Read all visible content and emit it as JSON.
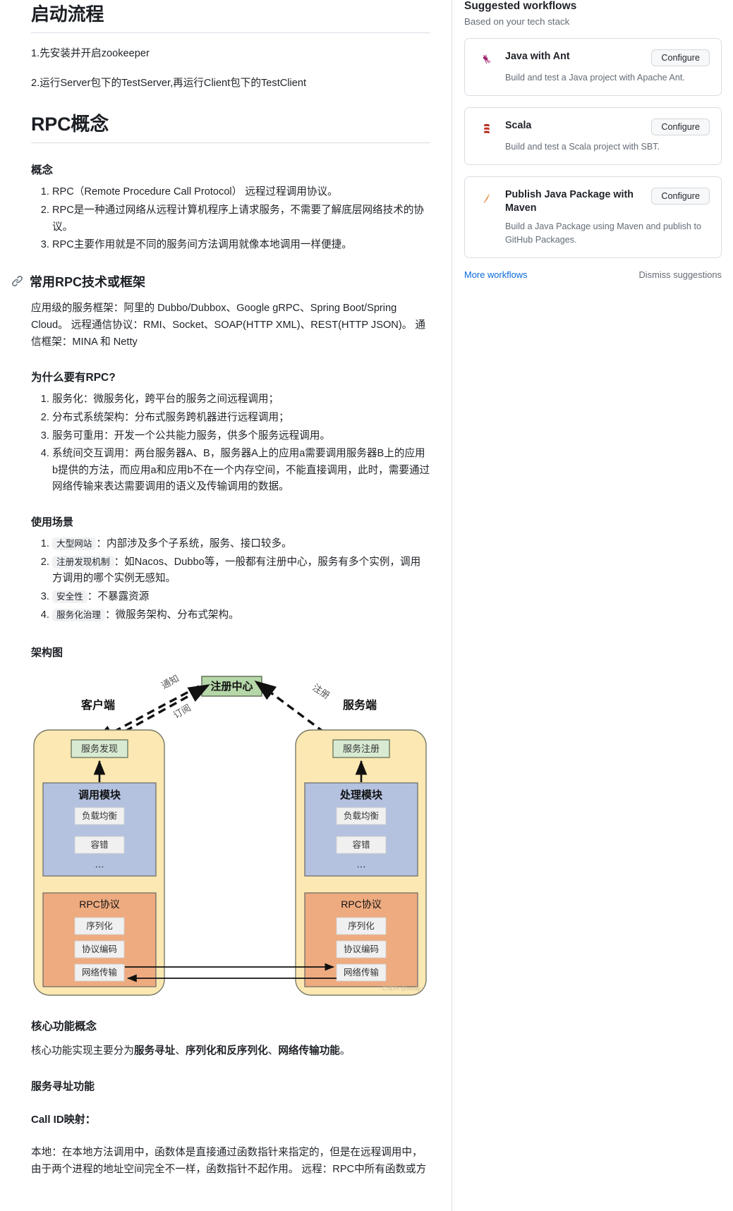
{
  "article": {
    "h1_start": "启动流程",
    "start_steps": [
      "1.先安装并开启zookeeper",
      "2.运行Server包下的TestServer,再运行Client包下的TestClient"
    ],
    "h1_rpc": "RPC概念",
    "h3_concept": "概念",
    "concept_items": [
      "RPC（Remote Procedure Call Protocol） 远程过程调用协议。",
      "RPC是一种通过网络从远程计算机程序上请求服务，不需要了解底层网络技术的协议。",
      "RPC主要作用就是不同的服务间方法调用就像本地调用一样便捷。"
    ],
    "h3_frameworks": "常用RPC技术或框架",
    "frameworks_p": "应用级的服务框架：阿里的 Dubbo/Dubbox、Google gRPC、Spring Boot/Spring Cloud。 远程通信协议：RMI、Socket、SOAP(HTTP XML)、REST(HTTP JSON)。 通信框架：MINA 和 Netty",
    "h3_why": "为什么要有RPC?",
    "why_items": [
      "服务化：微服务化，跨平台的服务之间远程调用；",
      "分布式系统架构：分布式服务跨机器进行远程调用；",
      "服务可重用：开发一个公共能力服务，供多个服务远程调用。",
      "系统间交互调用：两台服务器A、B，服务器A上的应用a需要调用服务器B上的应用b提供的方法，而应用a和应用b不在一个内存空间，不能直接调用，此时，需要通过网络传输来表达需要调用的语义及传输调用的数据。"
    ],
    "h4_scenarios": "使用场景",
    "scenarios": [
      {
        "tag": "大型网站",
        "text": "：内部涉及多个子系统，服务、接口较多。"
      },
      {
        "tag": "注册发现机制",
        "text": "：如Nacos、Dubbo等，一般都有注册中心，服务有多个实例，调用方调用的哪个实例无感知。"
      },
      {
        "tag": "安全性",
        "text": "：不暴露资源"
      },
      {
        "tag": "服务化治理",
        "text": "：微服务架构、分布式架构。"
      }
    ],
    "h4_arch": "架构图",
    "h3_core": "核心功能概念",
    "core_p_pre": "核心功能实现主要分为",
    "core_p_b1": "服务寻址",
    "core_p_mid1": "、",
    "core_p_b2": "序列化和反序列化",
    "core_p_mid2": "、",
    "core_p_b3": "网络传输功能",
    "core_p_end": "。",
    "h4_addressing": "服务寻址功能",
    "h4_callid": "Call ID映射：",
    "callid_p": " 本地：在本地方法调用中，函数体是直接通过函数指针来指定的，但是在远程调用中，由于两个进程的地址空间完全不一样，函数指针不起作用。 远程：RPC中所有函数或方"
  },
  "diagram": {
    "registry": "注册中心",
    "client_label": "客户端",
    "server_label": "服务端",
    "edge_notify": "通知",
    "edge_subscribe": "订阅",
    "edge_register": "注册",
    "client": {
      "discovery": "服务发现",
      "module_title": "调用模块",
      "module_items": [
        "负载均衡",
        "容错",
        "…"
      ],
      "proto_title": "RPC协议",
      "proto_items": [
        "序列化",
        "协议编码",
        "网络传输"
      ]
    },
    "server": {
      "discovery": "服务注册",
      "module_title": "处理模块",
      "module_items": [
        "负载均衡",
        "容错",
        "…"
      ],
      "proto_title": "RPC协议",
      "proto_items": [
        "序列化",
        "协议编码",
        "网络传输"
      ]
    },
    "watermark": "CSDN @wxdy",
    "colors": {
      "outer_fill": "#fce8b2",
      "green_fill": "#b6d7a8",
      "green_light_fill": "#d9ead3",
      "blue_fill": "#b4c2e0",
      "orange_fill": "#eeab80",
      "item_fill": "#f0f0f0",
      "stroke": "#666666"
    }
  },
  "sidebar": {
    "title": "Suggested workflows",
    "subtitle": "Based on your tech stack",
    "configure_label": "Configure",
    "workflows": [
      {
        "icon": "ant-logo-icon",
        "name": "Java with Ant",
        "description": "Build and test a Java project with Apache Ant."
      },
      {
        "icon": "scala-logo-icon",
        "name": "Scala",
        "description": "Build and test a Scala project with SBT."
      },
      {
        "icon": "maven-feather-icon",
        "name": "Publish Java Package with Maven",
        "description": "Build a Java Package using Maven and publish to GitHub Packages."
      }
    ],
    "more_link": "More workflows",
    "dismiss_link": "Dismiss suggestions",
    "colors": {
      "accent": "#0969da",
      "muted": "#636c76",
      "border": "#d8dee4"
    }
  }
}
